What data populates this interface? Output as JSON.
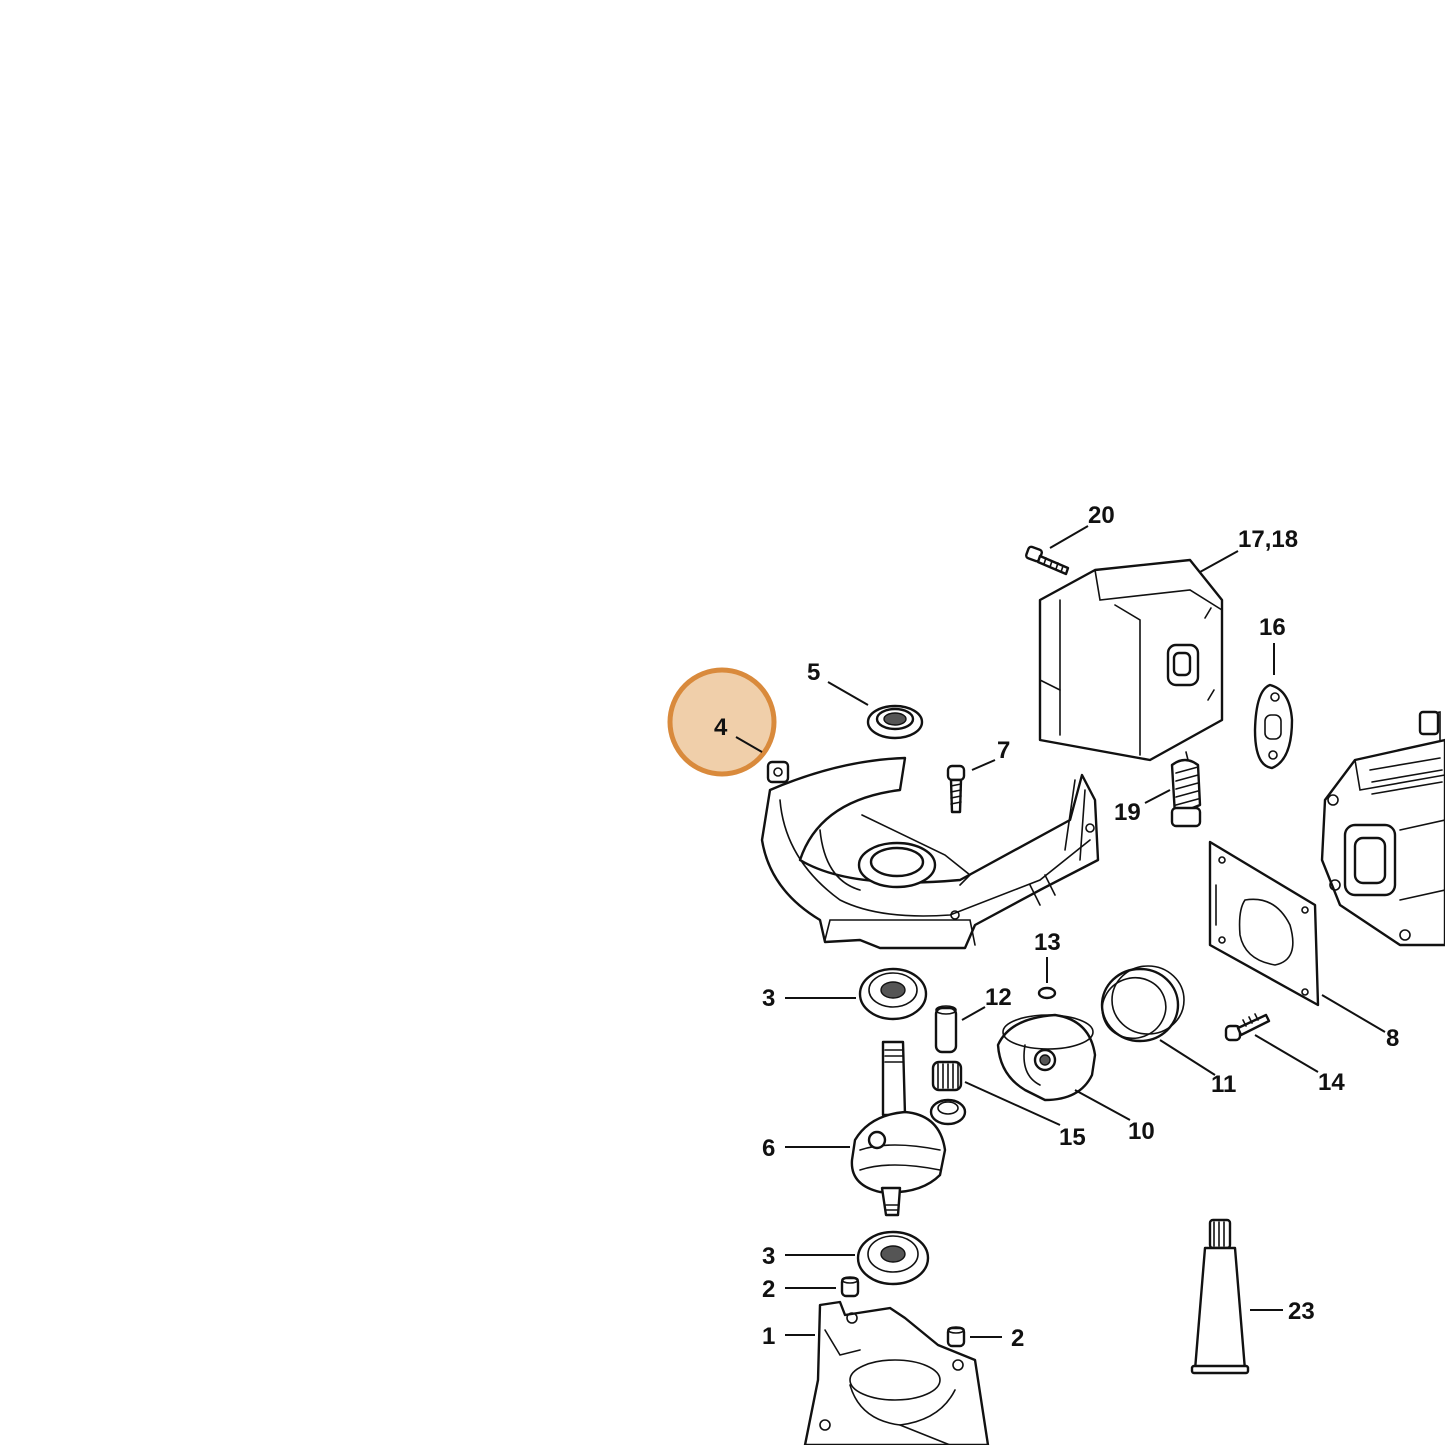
{
  "highlight": {
    "label": "4",
    "fill_color": "#f0cfaa",
    "ring_color": "#d98a3c"
  },
  "callouts": {
    "c1": "1",
    "c2a": "2",
    "c2b": "2",
    "c3a": "3",
    "c3b": "3",
    "c4": "4",
    "c5": "5",
    "c6": "6",
    "c7": "7",
    "c8": "8",
    "c10": "10",
    "c11": "11",
    "c12": "12",
    "c13": "13",
    "c14": "14",
    "c15": "15",
    "c16": "16",
    "c17_18": "17,18",
    "c19": "19",
    "c20": "20",
    "c23": "23"
  }
}
